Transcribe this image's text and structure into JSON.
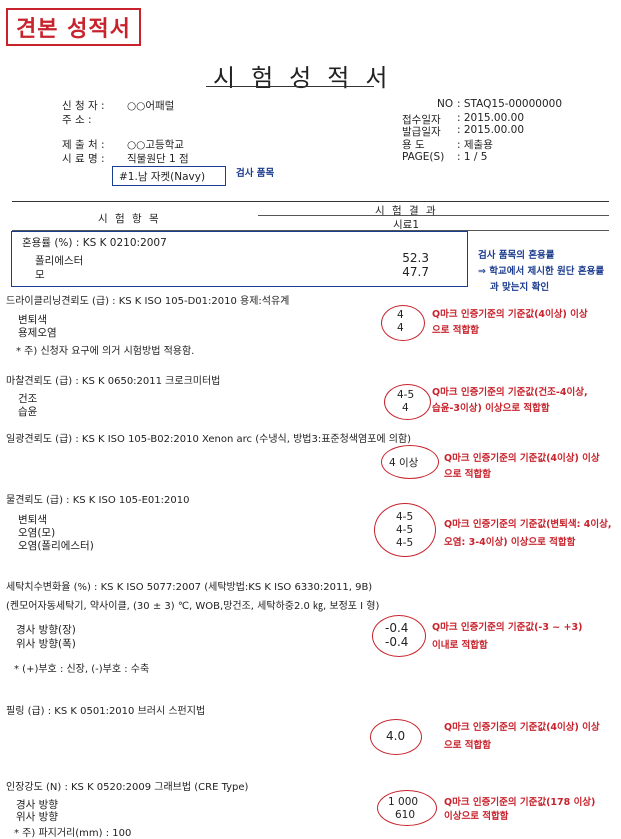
{
  "stamp": "견본 성적서",
  "title": "시험성적서",
  "header": {
    "applicant_label": "신 청 자 :",
    "applicant": "○○어패럴",
    "address_label": "주     소 :",
    "submitter_label": "제 출 처 :",
    "submitter": "○○고등학교",
    "sample_label": "시 료 명 :",
    "sample": "직물원단 1 점",
    "no_label": "NO",
    "no": ": STAQ15-00000000",
    "received_label": "접수일자",
    "received": ": 2015.00.00",
    "issued_label": "발급일자",
    "issued": ": 2015.00.00",
    "purpose_label": "용     도",
    "purpose": ": 제출용",
    "page_label": "PAGE(S)",
    "page": ":  1 / 5"
  },
  "item_box": "#1.남 자켓(Navy)",
  "item_note": "검사 품목",
  "table_header": {
    "items": "시 험 항 목",
    "results": "시 험 결 과",
    "sample": "시료1"
  },
  "blend": {
    "title": "혼용률 (%) : KS K 0210:2007",
    "rows": [
      {
        "label": "폴리에스터",
        "value": "52.3"
      },
      {
        "label": "모",
        "value": "47.7"
      }
    ],
    "note1": "검사 품목의 혼용률",
    "note2": "⇒ 학교에서 제시한 원단 혼용률",
    "note3": "과 맞는지 확인"
  },
  "drycleaning": {
    "title": "드라이클리닝견뢰도 (급) : KS K ISO 105-D01:2010 용제:석유계",
    "rows": [
      {
        "label": "변퇴색",
        "value": "4"
      },
      {
        "label": "용제오염",
        "value": "4"
      }
    ],
    "footnote": "* 주) 신청자 요구에 의거 시험방법 적용함.",
    "note1": "Q마크 인증기준의 기준값(4이상) 이상",
    "note2": "으로 적합함"
  },
  "rubbing": {
    "title": "마찰견뢰도 (급) : KS K 0650:2011 크로크미터법",
    "rows": [
      {
        "label": "건조",
        "value": "4-5"
      },
      {
        "label": "습윤",
        "value": "4"
      }
    ],
    "note1": "Q마크 인증기준의 기준값(건조-4이상,",
    "note2": "습윤-3이상) 이상으로 적합함"
  },
  "light": {
    "title": "일광견뢰도 (급) : KS K ISO 105-B02:2010 Xenon arc (수냉식, 방법3:표준청색염포에 의함)",
    "value": "4 이상",
    "note1": "Q마크 인증기준의 기준값(4이상) 이상",
    "note2": "으로 적합함"
  },
  "water": {
    "title": "물견뢰도 (급) : KS K ISO 105-E01:2010",
    "rows": [
      {
        "label": "변퇴색",
        "value": "4-5"
      },
      {
        "label": "오염(모)",
        "value": "4-5"
      },
      {
        "label": "오염(폴리에스터)",
        "value": "4-5"
      }
    ],
    "note1": "Q마크 인증기준의 기준값(변퇴색: 4이상,",
    "note2": "오염: 3-4이상) 이상으로 적합함"
  },
  "laundering": {
    "title": "세탁치수변화율 (%) : KS K ISO 5077:2007 (세탁방법:KS K ISO 6330:2011, 9B)",
    "condition": "(켄모어자동세탁기, 약사이클, (30 ± 3) ℃, WOB,망건조, 세탁하중2.0 ㎏, 보정포 I 형)",
    "rows": [
      {
        "label": "경사 방향(장)",
        "value": "-0.4"
      },
      {
        "label": "위사 방향(폭)",
        "value": "-0.4"
      }
    ],
    "footnote": "* (+)부호 : 신장, (-)부호 : 수축",
    "note1": "Q마크 인증기준의 기준값(-3 ~ +3)",
    "note2": "이내로 적합함"
  },
  "pilling": {
    "title": "필링 (급) : KS K 0501:2010 브러시 스펀지법",
    "value": "4.0",
    "note1": "Q마크 인증기준의 기준값(4이상) 이상",
    "note2": "으로 적합함"
  },
  "tensile": {
    "title": "인장강도 (N) : KS K 0520:2009 그래브법 (CRE Type)",
    "rows": [
      {
        "label": "경사 방향",
        "value": "1 000"
      },
      {
        "label": "위사 방향",
        "value": "610"
      }
    ],
    "footnote": "* 주) 파지거리(mm) : 100",
    "note1": "Q마크 인증기준의 기준값(178 이상)",
    "note2": "이상으로 적합함"
  }
}
